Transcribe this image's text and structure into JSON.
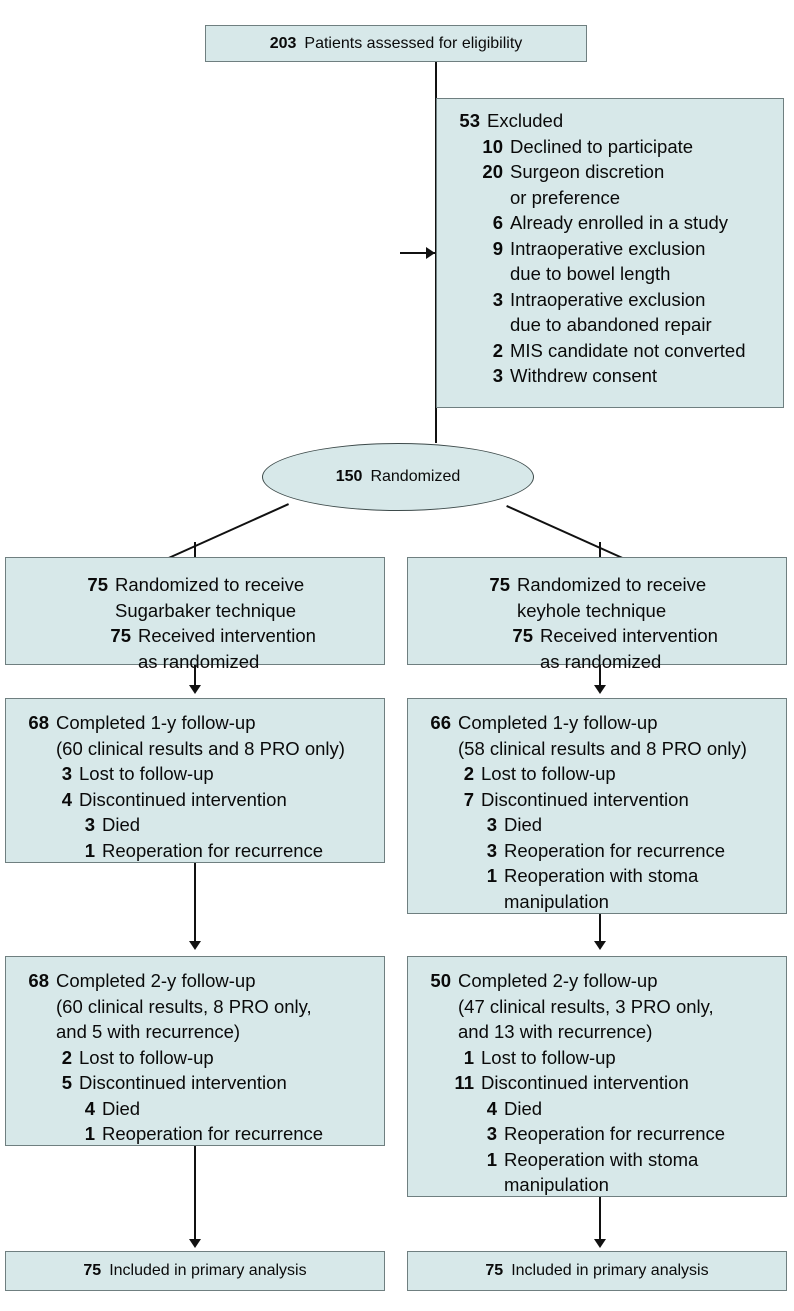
{
  "diagram": {
    "type": "consort-flow-diagram",
    "title": "",
    "colors": {
      "box_fill": "#d7e8e9",
      "box_border": "#6f7f80",
      "connector": "#111111",
      "text": "#0a0a0a"
    },
    "enrollment": {
      "assessed": {
        "n": "203",
        "text": "Patients assessed for eligibility"
      },
      "excluded": {
        "n": "53",
        "text": "Excluded",
        "reasons": [
          {
            "n": "10",
            "text": "Declined to participate"
          },
          {
            "n": "20",
            "text": "Surgeon discretion",
            "cont": "or preference"
          },
          {
            "n": "6",
            "text": "Already enrolled in a study"
          },
          {
            "n": "9",
            "text": "Intraoperative exclusion",
            "cont": "due to bowel length"
          },
          {
            "n": "3",
            "text": "Intraoperative exclusion",
            "cont": "due to abandoned repair"
          },
          {
            "n": "2",
            "text": "MIS candidate not converted"
          },
          {
            "n": "3",
            "text": "Withdrew consent"
          }
        ]
      },
      "randomized": {
        "n": "150",
        "text": "Randomized"
      }
    },
    "arms": [
      {
        "id": "sugarbaker",
        "allocation": {
          "n": "75",
          "text": "Randomized to receive",
          "cont": "Sugarbaker technique",
          "received_n": "75",
          "received_text": "Received intervention",
          "received_cont": "as randomized"
        },
        "followup_1y": {
          "n": "68",
          "text": "Completed 1-y follow-up",
          "cont": "(60 clinical results and 8 PRO only)",
          "items": [
            {
              "n": "3",
              "text": "Lost to follow-up",
              "level": 1
            },
            {
              "n": "4",
              "text": "Discontinued intervention",
              "level": 1
            },
            {
              "n": "3",
              "text": "Died",
              "level": 2
            },
            {
              "n": "1",
              "text": "Reoperation for recurrence",
              "level": 2
            }
          ]
        },
        "followup_2y": {
          "n": "68",
          "text": "Completed 2-y follow-up",
          "cont": "(60 clinical results, 8 PRO only,",
          "cont2": "and 5 with recurrence)",
          "items": [
            {
              "n": "2",
              "text": "Lost to follow-up",
              "level": 1
            },
            {
              "n": "5",
              "text": "Discontinued intervention",
              "level": 1
            },
            {
              "n": "4",
              "text": "Died",
              "level": 2
            },
            {
              "n": "1",
              "text": "Reoperation for recurrence",
              "level": 2
            }
          ]
        },
        "analysis": {
          "n": "75",
          "text": "Included in primary analysis"
        }
      },
      {
        "id": "keyhole",
        "allocation": {
          "n": "75",
          "text": "Randomized to receive",
          "cont": "keyhole technique",
          "received_n": "75",
          "received_text": "Received intervention",
          "received_cont": "as randomized"
        },
        "followup_1y": {
          "n": "66",
          "text": "Completed 1-y follow-up",
          "cont": "(58 clinical results and 8 PRO only)",
          "items": [
            {
              "n": "2",
              "text": "Lost to follow-up",
              "level": 1
            },
            {
              "n": "7",
              "text": "Discontinued intervention",
              "level": 1
            },
            {
              "n": "3",
              "text": "Died",
              "level": 2
            },
            {
              "n": "3",
              "text": "Reoperation for recurrence",
              "level": 2
            },
            {
              "n": "1",
              "text": "Reoperation with stoma",
              "cont": "manipulation",
              "level": 2
            }
          ]
        },
        "followup_2y": {
          "n": "50",
          "text": "Completed 2-y follow-up",
          "cont": "(47 clinical results, 3 PRO only,",
          "cont2": "and 13 with recurrence)",
          "items": [
            {
              "n": "1",
              "text": "Lost to follow-up",
              "level": 1
            },
            {
              "n": "11",
              "text": "Discontinued intervention",
              "level": 1
            },
            {
              "n": "4",
              "text": "Died",
              "level": 2
            },
            {
              "n": "3",
              "text": "Reoperation for recurrence",
              "level": 2
            },
            {
              "n": "1",
              "text": "Reoperation with stoma",
              "cont": "manipulation",
              "level": 2
            }
          ]
        },
        "analysis": {
          "n": "75",
          "text": "Included in primary analysis"
        }
      }
    ]
  }
}
